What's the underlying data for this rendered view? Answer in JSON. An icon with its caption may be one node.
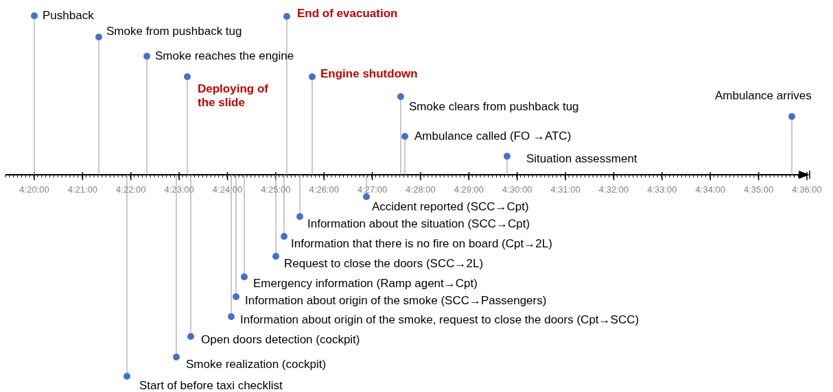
{
  "diagram": {
    "nodes": [
      {
        "text": [
          "Pushback"
        ]
      },
      {
        "text": [
          "End of evacuation"
        ]
      },
      {
        "text": [
          "Smoke from pushback tug"
        ]
      },
      {
        "text": [
          "Smoke reaches the engine"
        ]
      },
      {
        "text": [
          "Deploying of the slide"
        ]
      },
      {
        "text": [
          "Engine shutdown"
        ]
      },
      {
        "text": [
          "Smoke clears from pushback tug"
        ]
      },
      {
        "text": [
          "Ambulance arrives"
        ]
      },
      {
        "text": [
          "Ambulance called (FO →ATC)"
        ]
      },
      {
        "text": [
          "Situation assessment"
        ]
      },
      {
        "text": [
          "Accident reported (SCC→Cpt)"
        ]
      },
      {
        "text": [
          "Information about the situation (SCC→Cpt)"
        ]
      },
      {
        "text": [
          "Information that there is no fire on board (Cpt→2L)"
        ]
      },
      {
        "text": [
          "Request to close the doors (SCC→2L)"
        ]
      },
      {
        "text": [
          "Emergency information (Ramp agent→Cpt)"
        ]
      },
      {
        "text": [
          "Information about origin of the smoke (SCC→Passengers)"
        ]
      },
      {
        "text": [
          "Information about origin of the smoke, request to close the doors  (Cpt→SCC)"
        ]
      },
      {
        "text": [
          "Open doors detection (cockpit)"
        ]
      },
      {
        "text": [
          "Smoke realization (cockpit)"
        ]
      },
      {
        "text": [
          "Start of before taxi checklist"
        ]
      }
    ],
    "edges": [
      {
        "from": 0,
        "to": null,
        "arrow": "other"
      },
      {
        "from": 1,
        "to": null,
        "arrow": "other"
      },
      {
        "from": 2,
        "to": null,
        "arrow": "other"
      },
      {
        "from": 3,
        "to": null,
        "arrow": "other"
      },
      {
        "from": 4,
        "to": null,
        "arrow": "other"
      },
      {
        "from": 5,
        "to": null,
        "arrow": "other"
      },
      {
        "from": 6,
        "to": null,
        "arrow": "other"
      },
      {
        "from": 7,
        "to": null,
        "arrow": "other"
      },
      {
        "from": 8,
        "to": null,
        "arrow": "other"
      },
      {
        "from": 9,
        "to": null,
        "arrow": "other"
      },
      {
        "from": 10,
        "to": null,
        "arrow": "other"
      },
      {
        "from": 11,
        "to": null,
        "arrow": "other"
      },
      {
        "from": 12,
        "to": null,
        "arrow": "other"
      },
      {
        "from": 13,
        "to": null,
        "arrow": "other"
      },
      {
        "from": 14,
        "to": null,
        "arrow": "other"
      },
      {
        "from": 15,
        "to": null,
        "arrow": "other"
      },
      {
        "from": 16,
        "to": null,
        "arrow": "other"
      },
      {
        "from": 17,
        "to": null,
        "arrow": "other"
      },
      {
        "from": 18,
        "to": null,
        "arrow": "other"
      },
      {
        "from": 19,
        "to": null,
        "arrow": "other"
      }
    ],
    "labels": [
      "4:20:00",
      "4:21:00",
      "4:22:00",
      "4:23:00",
      "4:24:00",
      "4:25:00",
      "4:26:00",
      "4:27:00",
      "4:28:00",
      "4:29:00",
      "4:30:00",
      "4:31:00",
      "4:32:00",
      "4:33:00",
      "4:34:00",
      "4:35:00",
      "4:36:00"
    ]
  }
}
